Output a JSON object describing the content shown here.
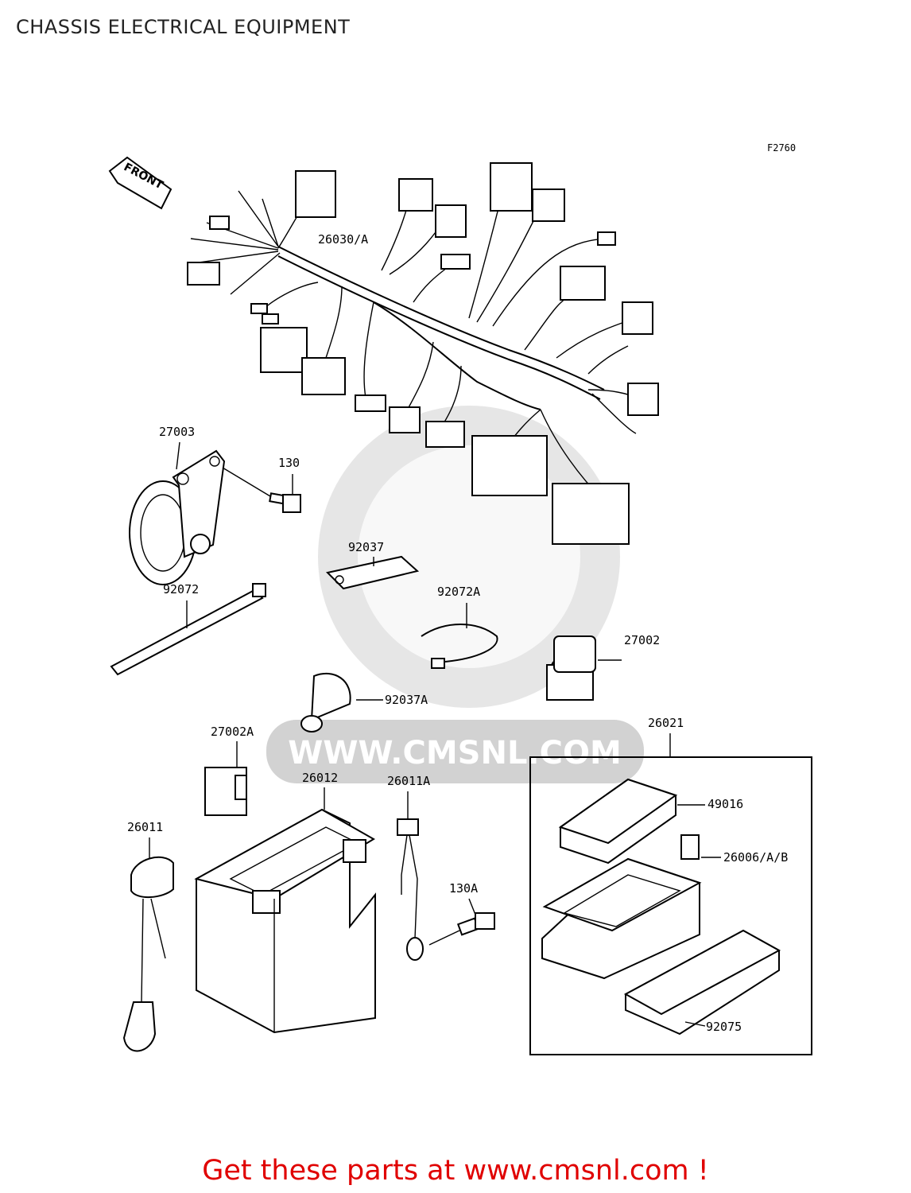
{
  "title": "CHASSIS ELECTRICAL EQUIPMENT",
  "figure_code": "F2760",
  "front_arrow": "FRONT",
  "parts": {
    "harness": "26030/A",
    "horn": "27003",
    "bolt": "130",
    "bracket": "92037",
    "tie_long": "92072",
    "tie_band": "92072A",
    "relay": "27002",
    "clamp": "92037A",
    "relay_a": "27002A",
    "battery": "26012",
    "lead_a": "26011A",
    "lead": "26011",
    "bolt_a": "130A",
    "junction_box": "26021",
    "cover": "49016",
    "fuse": "26006/A/B",
    "cap": "92075"
  },
  "watermark": "WWW.CMSNL.COM",
  "footer": "Get these parts at www.cmsnl.com !",
  "colors": {
    "footer": "#e00000",
    "watermark": "#d2d2d2"
  }
}
